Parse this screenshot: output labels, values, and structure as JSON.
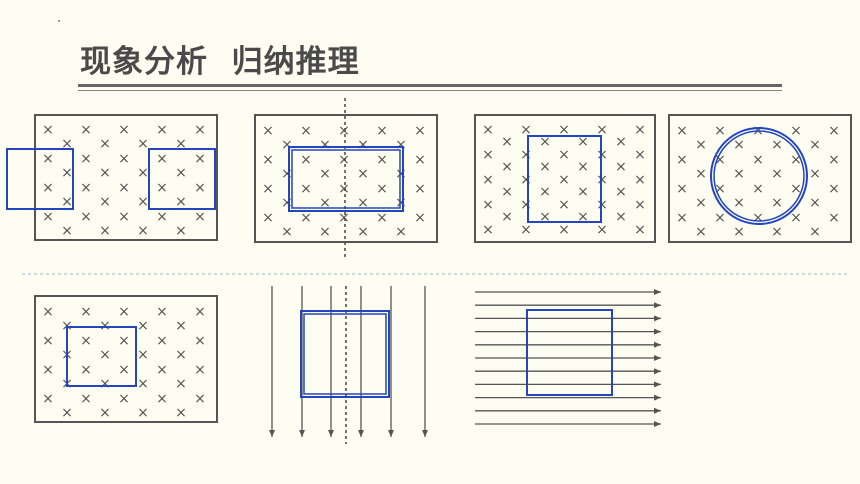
{
  "header": {
    "title": "现象分析  归纳推理"
  },
  "colors": {
    "background": "#fdfdf1",
    "frame": "#555555",
    "loop": "#2444c0",
    "field": "#555555",
    "separator": "#9ab8d4"
  },
  "field_symbol": "×",
  "diagrams": [
    {
      "id": "two-loops-partially-in-field",
      "field": "into-page"
    },
    {
      "id": "loop-with-axis-in-field",
      "field": "into-page"
    },
    {
      "id": "rectangular-loop-in-field",
      "field": "into-page"
    },
    {
      "id": "circular-loop-in-field",
      "field": "into-page"
    },
    {
      "id": "square-loop-in-field",
      "field": "into-page"
    },
    {
      "id": "loop-in-downward-field",
      "field": "downward-lines"
    },
    {
      "id": "loop-in-rightward-field",
      "field": "rightward-lines"
    }
  ]
}
